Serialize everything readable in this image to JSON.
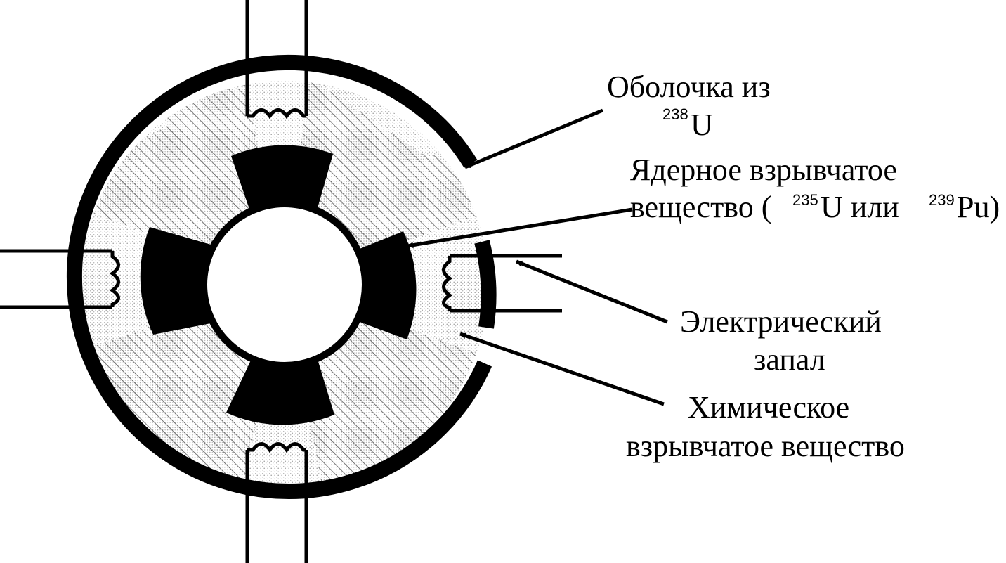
{
  "colors": {
    "ink": "#000000",
    "paper": "#ffffff",
    "explosive_dots": "#b8b8b8",
    "hatch": "#555555"
  },
  "labels": {
    "shell": {
      "line1": "Оболочка из",
      "isotope_mass": "238",
      "isotope_symbol": "U"
    },
    "nuclear_explosive": {
      "line1": "Ядерное взрывчатое",
      "line2_start": "вещество (",
      "u_mass": "235",
      "u_symbol": "U или",
      "pu_mass": "239",
      "pu_symbol": "Pu)"
    },
    "detonator": {
      "line1": "Электрический",
      "line2": "запал"
    },
    "chemical_explosive": {
      "line1": "Химическое",
      "line2": "взрывчатое вещество"
    }
  }
}
